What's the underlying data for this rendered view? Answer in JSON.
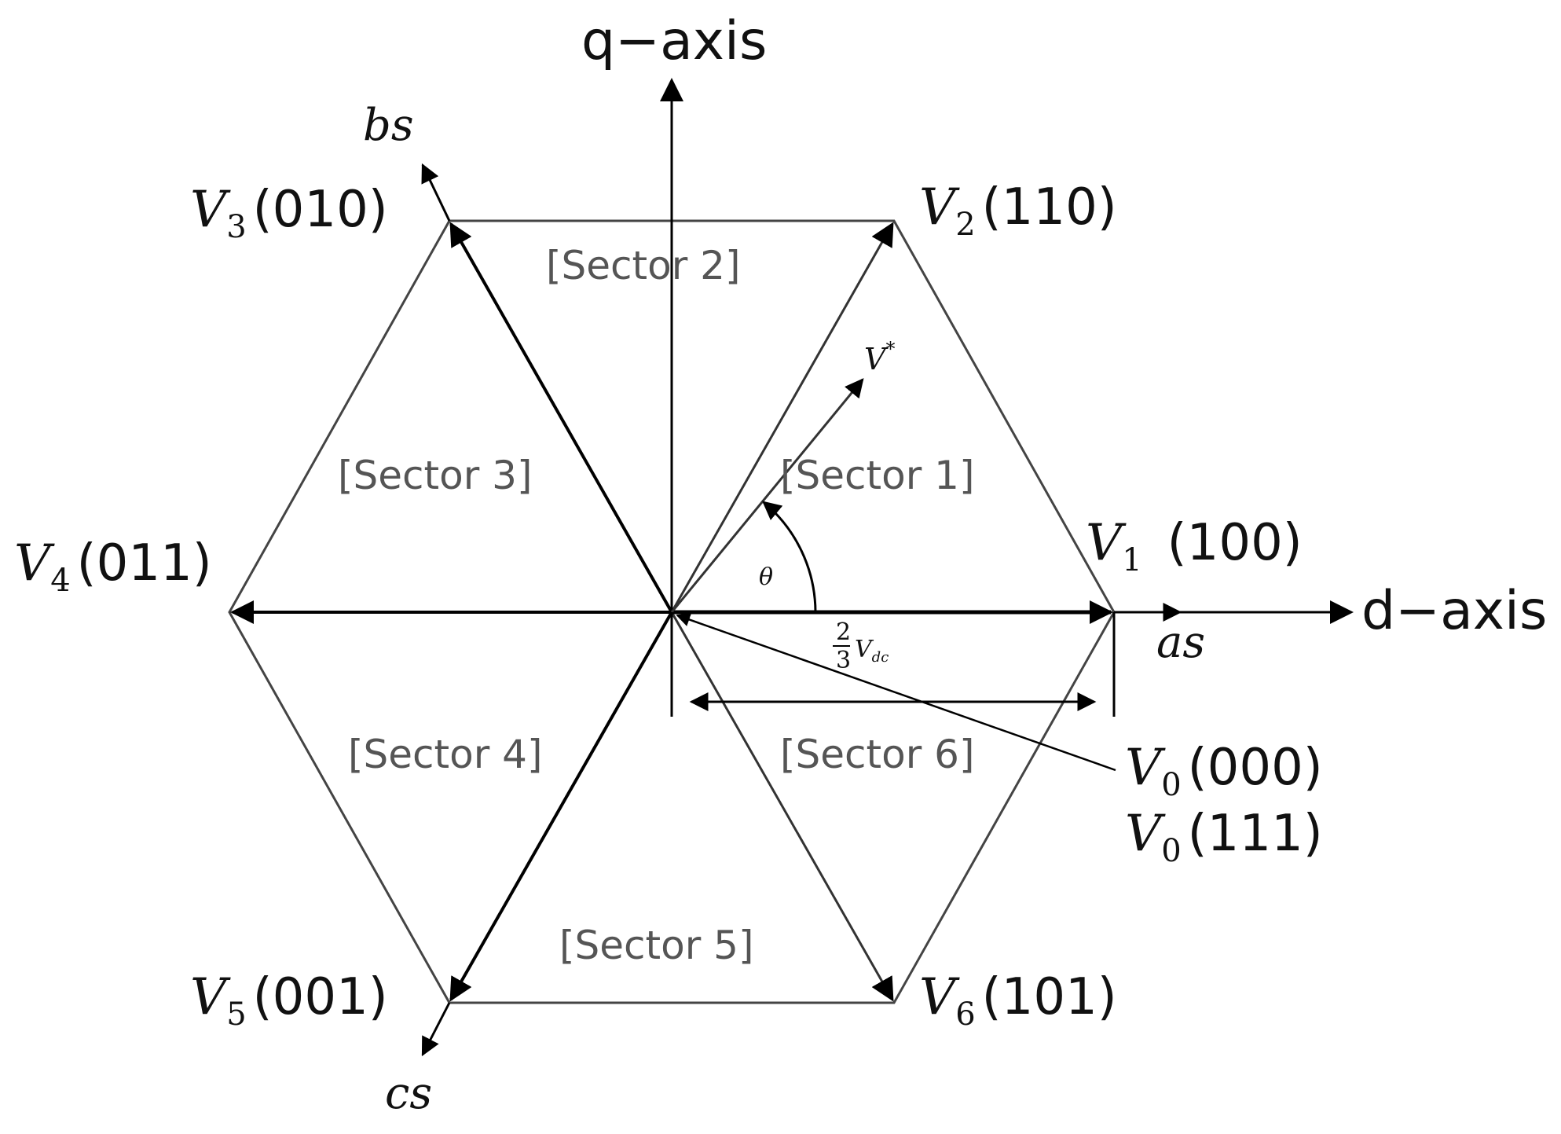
{
  "axes": {
    "q_axis": "q−axis",
    "d_axis": "d−axis",
    "as": "as",
    "bs": "bs",
    "cs": "cs"
  },
  "vectors": [
    {
      "id": "v1",
      "letter": "V",
      "sub": "1",
      "code": "(100)"
    },
    {
      "id": "v2",
      "letter": "V",
      "sub": "2",
      "code": "(110)"
    },
    {
      "id": "v3",
      "letter": "V",
      "sub": "3",
      "code": "(010)"
    },
    {
      "id": "v4",
      "letter": "V",
      "sub": "4",
      "code": "(011)"
    },
    {
      "id": "v5",
      "letter": "V",
      "sub": "5",
      "code": "(001)"
    },
    {
      "id": "v6",
      "letter": "V",
      "sub": "6",
      "code": "(101)"
    }
  ],
  "zero_vectors": [
    {
      "letter": "V",
      "sub": "0",
      "code": "(000)"
    },
    {
      "letter": "V",
      "sub": "0",
      "code": "(111)"
    }
  ],
  "sectors": [
    "[Sector 1]",
    "[Sector 2]",
    "[Sector 3]",
    "[Sector 4]",
    "[Sector 5]",
    "[Sector 6]"
  ],
  "reference": {
    "vector_label": "V",
    "vector_sup": "*",
    "angle_label": "θ"
  },
  "magnitude": {
    "numerator": "2",
    "denominator": "3",
    "symbol": "V",
    "subscript": "dc"
  },
  "colors": {
    "line": "#000000",
    "hexagon": "#444444",
    "sector_text": "#555555"
  }
}
